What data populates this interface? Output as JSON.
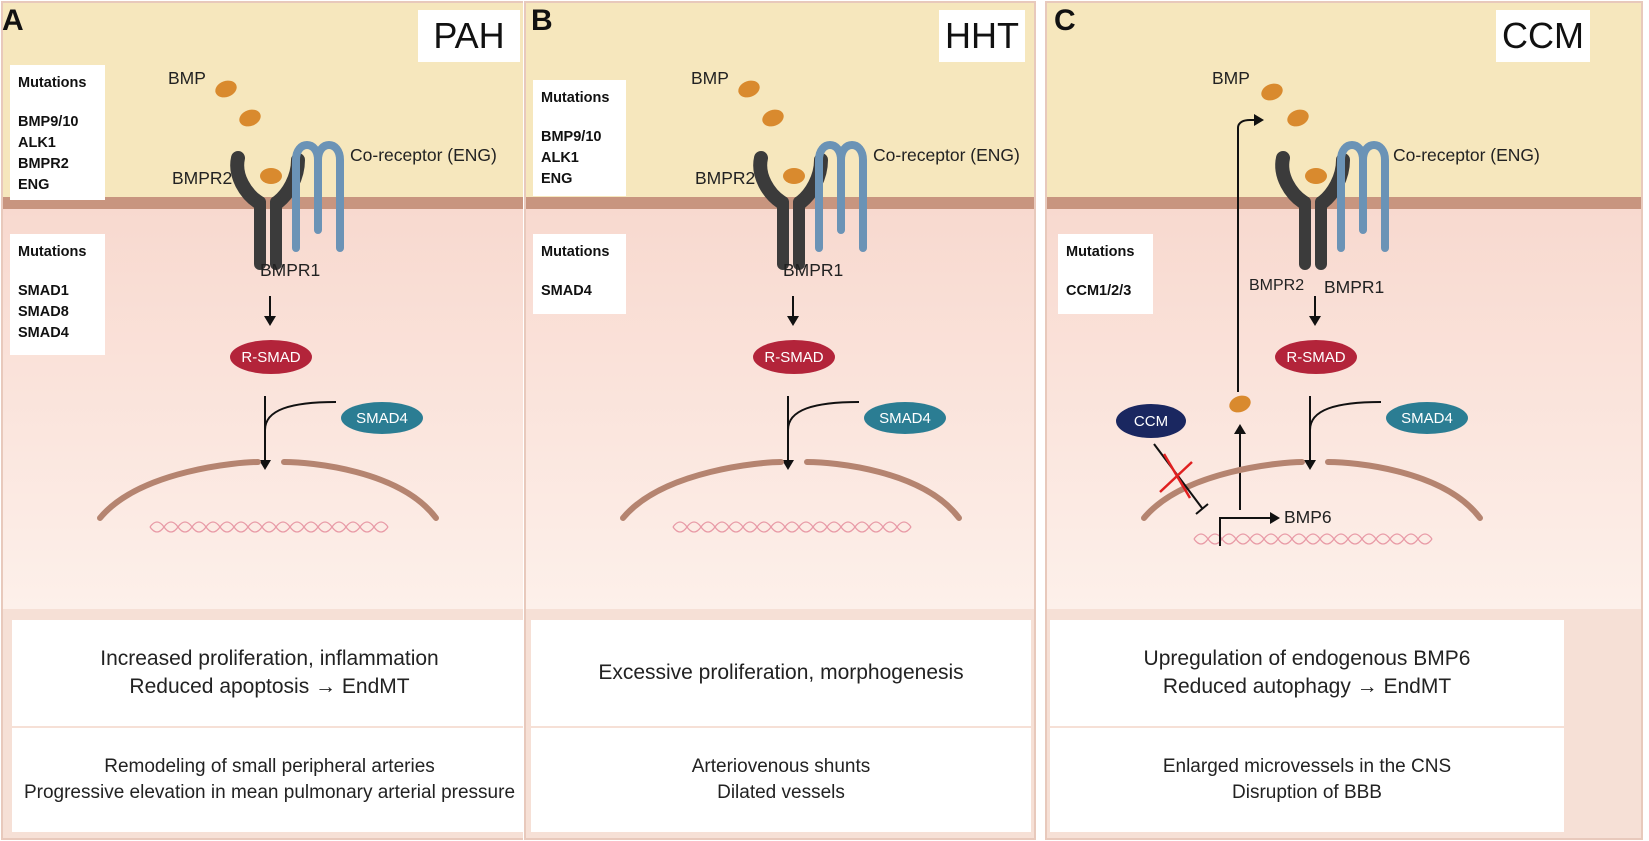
{
  "colors": {
    "extracellular": "#f6e7bd",
    "membrane": "#c8957f",
    "cytoplasm": "#fbe6df",
    "panel_border": "#e8c9bc",
    "bmp_ligand": "#d98a2e",
    "receptor": "#3b3b3b",
    "co_receptor": "#6b93b6",
    "rsmad": "#b3243a",
    "smad4": "#2b7d93",
    "ccm": "#1a2760",
    "nucleus": "#b58470",
    "dna": "#e89aa6",
    "inhibit_cross": "#e02020"
  },
  "panels": [
    {
      "letter": "A",
      "title": "PAH",
      "ext_mutations": {
        "header": "Mutations",
        "items": [
          "BMP9/10",
          "ALK1",
          "BMPR2",
          "ENG"
        ]
      },
      "int_mutations": {
        "header": "Mutations",
        "items": [
          "SMAD1",
          "SMAD8",
          "SMAD4"
        ]
      },
      "labels": {
        "bmp": "BMP",
        "bmpr2": "BMPR2",
        "coreceptor": "Co-receptor (ENG)",
        "bmpr1": "BMPR1",
        "rsmad": "R-SMAD",
        "smad4": "SMAD4"
      },
      "effect": [
        "Increased proliferation, inflammation",
        "Reduced apoptosis → EndMT"
      ],
      "outcome": [
        "Remodeling of small peripheral arteries",
        "Progressive elevation in mean pulmonary arterial pressure"
      ]
    },
    {
      "letter": "B",
      "title": "HHT",
      "ext_mutations": {
        "header": "Mutations",
        "items": [
          "BMP9/10",
          "ALK1",
          "ENG"
        ]
      },
      "int_mutations": {
        "header": "Mutations",
        "items": [
          "SMAD4"
        ]
      },
      "labels": {
        "bmp": "BMP",
        "bmpr2": "BMPR2",
        "coreceptor": "Co-receptor (ENG)",
        "bmpr1": "BMPR1",
        "rsmad": "R-SMAD",
        "smad4": "SMAD4"
      },
      "effect": [
        "Excessive proliferation, morphogenesis"
      ],
      "outcome": [
        "Arteriovenous shunts",
        "Dilated vessels"
      ]
    },
    {
      "letter": "C",
      "title": "CCM",
      "int_mutations": {
        "header": "Mutations",
        "items": [
          "CCM1/2/3"
        ]
      },
      "labels": {
        "bmp": "BMP",
        "bmpr2": "BMPR2",
        "coreceptor": "Co-receptor (ENG)",
        "bmpr1": "BMPR1",
        "rsmad": "R-SMAD",
        "smad4": "SMAD4",
        "ccm": "CCM",
        "bmp6": "BMP6"
      },
      "effect": [
        "Upregulation of endogenous BMP6",
        "Reduced autophagy → EndMT"
      ],
      "outcome": [
        "Enlarged microvessels in the CNS",
        "Disruption of BBB"
      ]
    }
  ]
}
